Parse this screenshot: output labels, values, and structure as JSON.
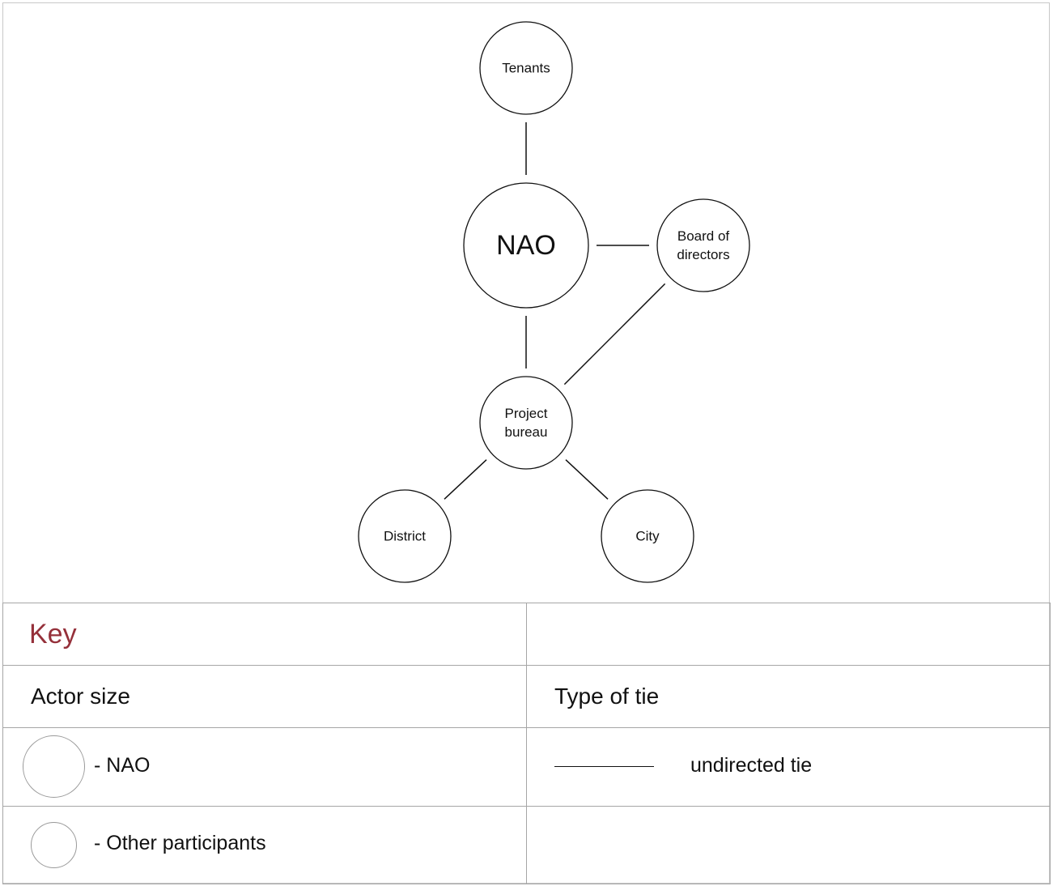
{
  "diagram": {
    "nodes": [
      {
        "id": "tenants",
        "lines": [
          "Tenants"
        ],
        "size": "other"
      },
      {
        "id": "nao",
        "lines": [
          "NAO"
        ],
        "size": "nao"
      },
      {
        "id": "board",
        "lines": [
          "Board of",
          "directors"
        ],
        "size": "other"
      },
      {
        "id": "project",
        "lines": [
          "Project",
          "bureau"
        ],
        "size": "other"
      },
      {
        "id": "district",
        "lines": [
          "District"
        ],
        "size": "other"
      },
      {
        "id": "city",
        "lines": [
          "City"
        ],
        "size": "other"
      }
    ],
    "edges": [
      {
        "from": "tenants",
        "to": "nao",
        "type": "undirected"
      },
      {
        "from": "nao",
        "to": "board",
        "type": "undirected"
      },
      {
        "from": "nao",
        "to": "project",
        "type": "undirected"
      },
      {
        "from": "board",
        "to": "project",
        "type": "undirected"
      },
      {
        "from": "project",
        "to": "district",
        "type": "undirected"
      },
      {
        "from": "project",
        "to": "city",
        "type": "undirected"
      }
    ]
  },
  "key": {
    "title": "Key",
    "actor_size_header": "Actor size",
    "tie_type_header": "Type of tie",
    "nao_label": "- NAO",
    "other_label": "- Other participants",
    "undirected_label": "undirected tie"
  },
  "colors": {
    "key_title": "#95303a",
    "node_stroke": "#111111",
    "grid_line": "#a6a6a6"
  }
}
